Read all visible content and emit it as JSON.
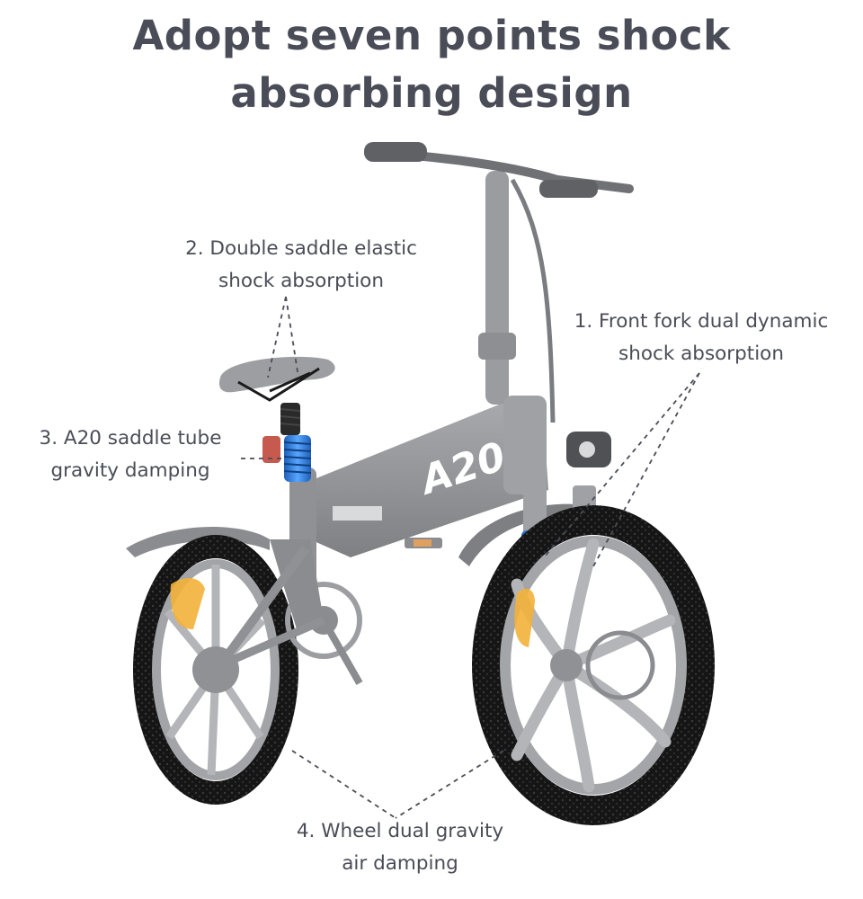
{
  "title": {
    "line1": "Adopt seven points shock",
    "line2": "absorbing design"
  },
  "frame_logo": "A20",
  "callouts": [
    {
      "line1": "1. Front fork dual dynamic",
      "line2": "shock absorption"
    },
    {
      "line1": "2. Double saddle elastic",
      "line2": "shock absorption"
    },
    {
      "line1": "3. A20 saddle tube",
      "line2": "gravity damping"
    },
    {
      "line1": "4. Wheel dual gravity",
      "line2": "air damping"
    }
  ],
  "colors": {
    "text": "#4a4d57",
    "frame": "#8e9094",
    "tire": "#161616",
    "spring": "#2f7fe0",
    "reflector": "#f2b13a"
  }
}
